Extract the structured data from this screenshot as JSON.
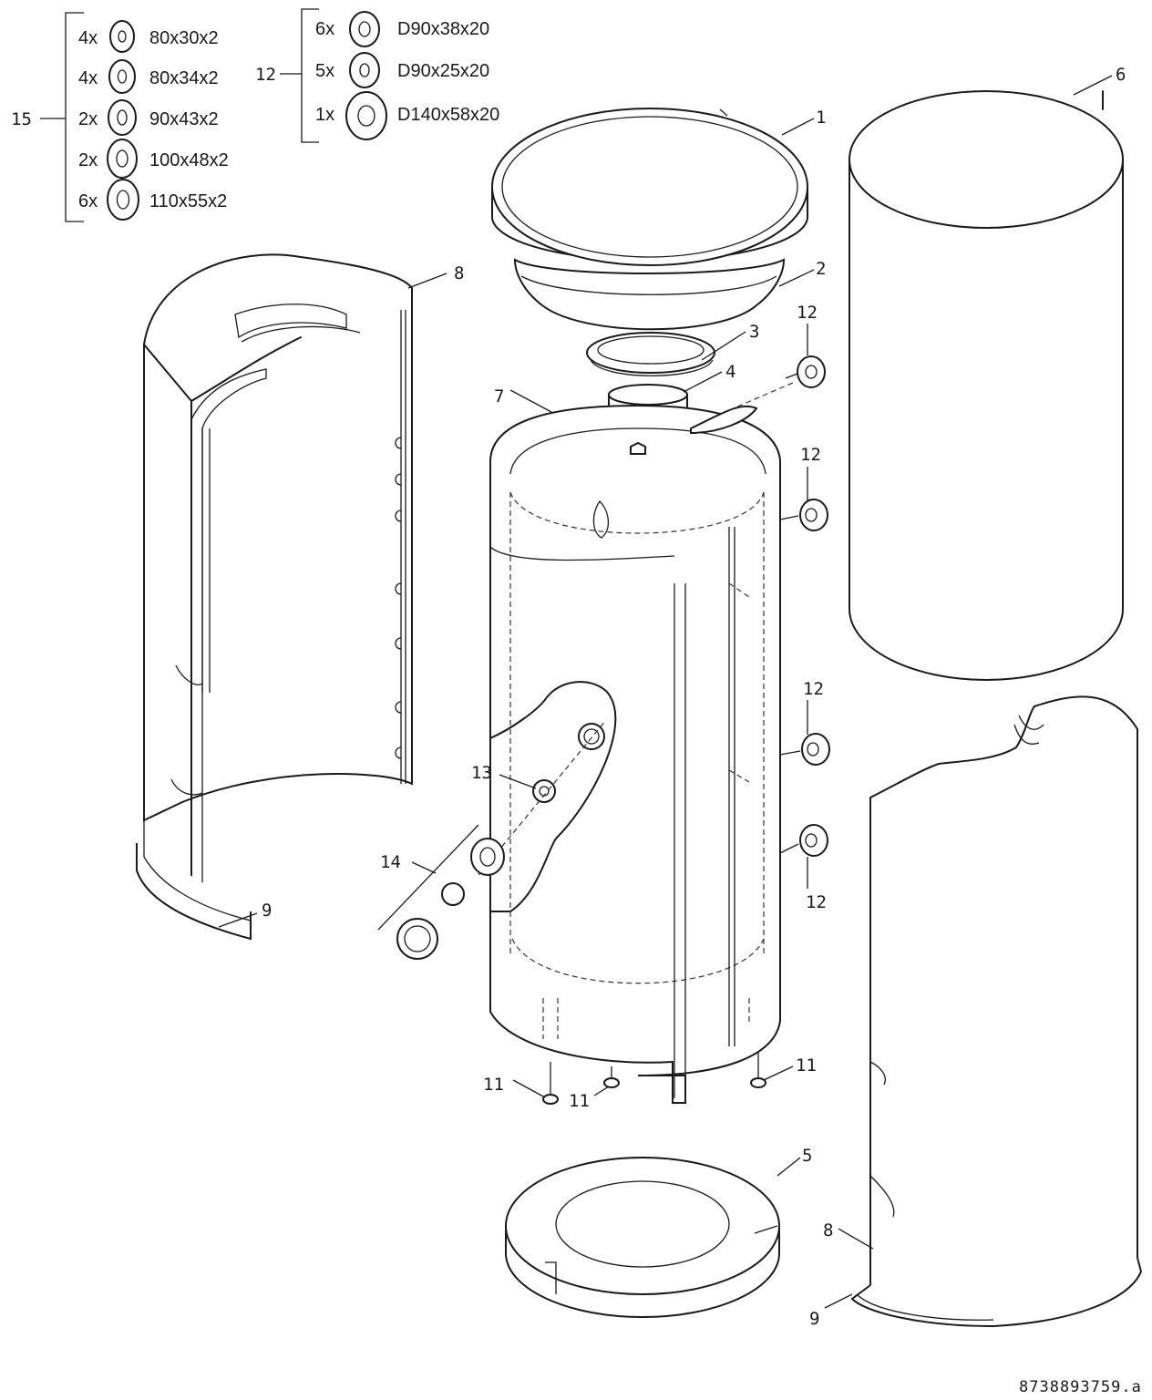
{
  "kit_15": {
    "label": "15",
    "rows": [
      {
        "qty": "4x",
        "size": "80x30x2"
      },
      {
        "qty": "4x",
        "size": "80x34x2"
      },
      {
        "qty": "2x",
        "size": "90x43x2"
      },
      {
        "qty": "2x",
        "size": "100x48x2"
      },
      {
        "qty": "6x",
        "size": "110x55x2"
      }
    ]
  },
  "kit_12": {
    "label": "12",
    "rows": [
      {
        "qty": "6x",
        "size": "D90x38x20"
      },
      {
        "qty": "5x",
        "size": "D90x25x20"
      },
      {
        "qty": "1x",
        "size": "D140x58x20"
      }
    ]
  },
  "callouts": {
    "c1": "1",
    "c2": "2",
    "c3": "3",
    "c4": "4",
    "c5": "5",
    "c6": "6",
    "c7": "7",
    "c8_top": "8",
    "c8_bottom": "8",
    "c9_left": "9",
    "c9_right": "9",
    "c11_a": "11",
    "c11_b": "11",
    "c11_c": "11",
    "c12_a": "12",
    "c12_b": "12",
    "c12_c": "12",
    "c12_d": "12",
    "c13": "13",
    "c14": "14"
  },
  "drawing_ref": "8738893759.a"
}
